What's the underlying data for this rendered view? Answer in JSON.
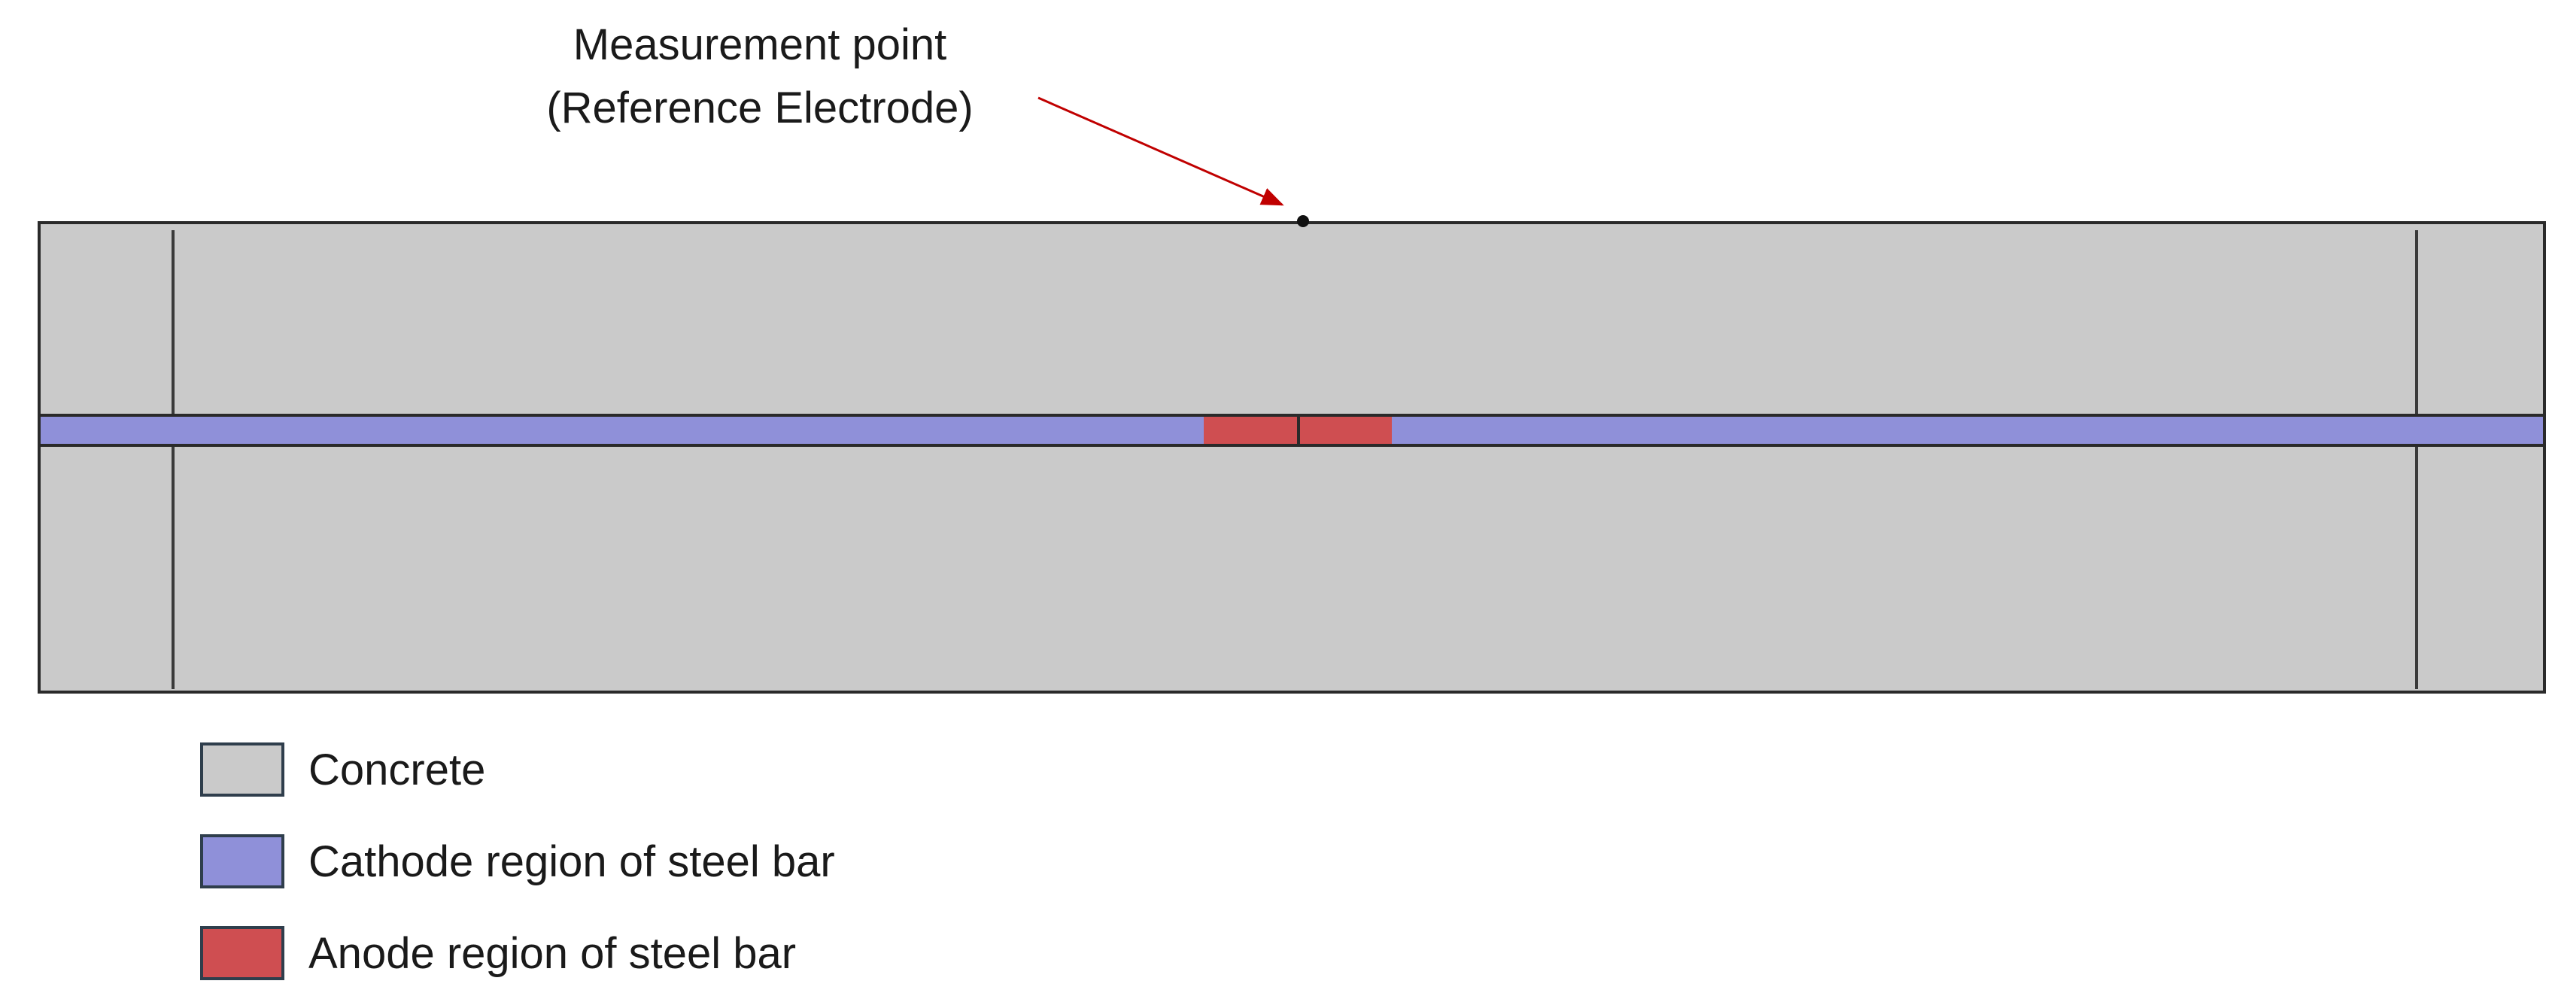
{
  "annotation": {
    "line1": "Measurement point",
    "line2": "(Reference Electrode)",
    "arrow_color": "#c00000"
  },
  "colors": {
    "concrete": "#cacaca",
    "cathode": "#8f90d9",
    "anode": "#cf4e51",
    "outline": "#2a2a2a"
  },
  "legend": [
    {
      "label": "Concrete",
      "color": "#cacaca"
    },
    {
      "label": "Cathode region of steel bar",
      "color": "#8f90d9"
    },
    {
      "label": "Anode region of steel bar",
      "color": "#cf4e51"
    }
  ]
}
